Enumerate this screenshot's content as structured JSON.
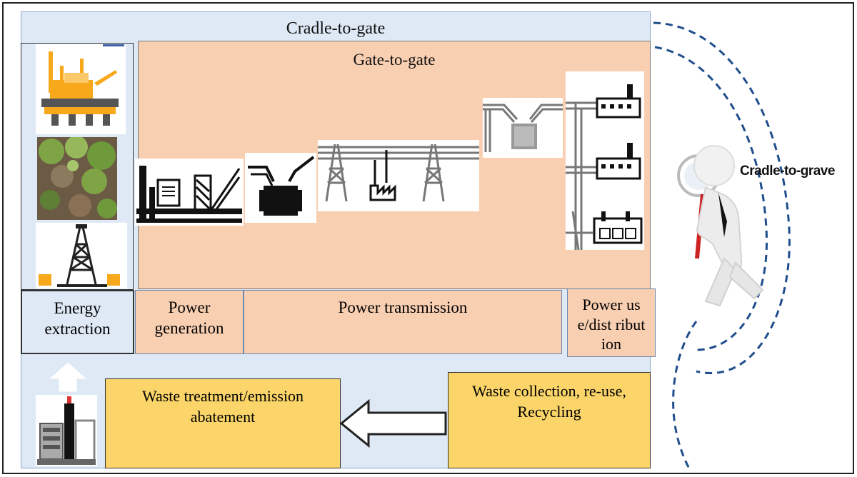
{
  "diagram": {
    "cradle_to_gate": "Cradle-to-gate",
    "gate_to_gate": "Gate-to-gate",
    "cradle_to_grave": "Cradle-to-grave",
    "stages": {
      "energy_extraction": "Energy extraction",
      "power_generation": "Power generation",
      "power_transmission": "Power transmission",
      "power_use": "Power use/dist ribution"
    },
    "waste_treatment": "Waste treatment/emission abatement",
    "waste_collection": "Waste collection, re-use, Recycling"
  },
  "icons": [
    "offshore-platform-icon",
    "vegetation-photo",
    "drilling-rig-icon",
    "power-plant-icon",
    "transformer-icon",
    "transmission-towers-icon",
    "substation-icon",
    "factory-icon",
    "building-icon",
    "businessman-magnifier-icon",
    "arrow-left-icon",
    "arrow-up-icon",
    "treatment-plant-icon"
  ],
  "colors": {
    "cradle_to_gate_bg": "#dfe9f6",
    "gate_to_gate_bg": "#f9cfb2",
    "waste_box_bg": "#fbd569",
    "dashed_arc": "#1f4e8c"
  }
}
